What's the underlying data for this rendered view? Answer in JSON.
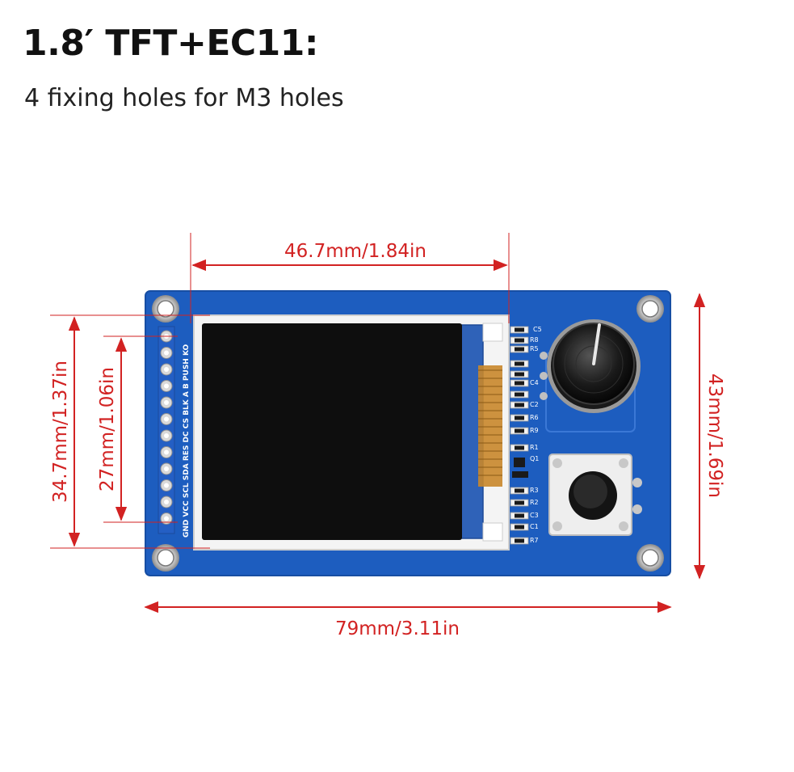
{
  "title": "1.8′ TFT+EC11:",
  "subtitle": "4 fixing holes for M3 holes",
  "dimensions": {
    "top_width": "46.7mm/1.84in",
    "bottom_width": "79mm/3.11in",
    "left_outer_height": "34.7mm/1.37in",
    "left_inner_height": "27mm/1.06in",
    "right_height": "43mm/1.69in"
  },
  "pin_labels": "GND VCC SCL SDA RES DC CS BLK A B PUSH KO",
  "components": {
    "c5": "C5",
    "r8": "R8",
    "r5": "R5",
    "c4": "C4",
    "c2": "C2",
    "r6": "R6",
    "r9": "R9",
    "r1": "R1",
    "q1": "Q1",
    "r3": "R3",
    "r2": "R2",
    "c3": "C3",
    "c1": "C1",
    "r7": "R7"
  },
  "colors": {
    "pcb": "#1d5dbf",
    "pcb_edge": "#174ea3",
    "dimension": "#d22222",
    "screen": "#0e0e0e"
  }
}
